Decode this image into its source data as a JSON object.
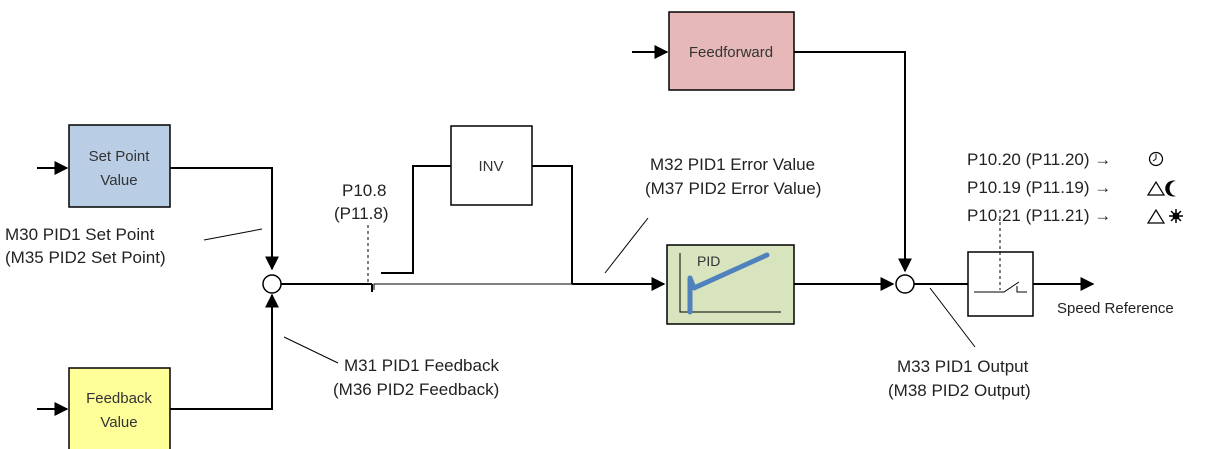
{
  "blocks": {
    "setpoint": {
      "line1": "Set Point",
      "line2": "Value",
      "fill": "#b9cde5"
    },
    "feedback": {
      "line1": "Feedback",
      "line2": "Value",
      "fill": "#ffff99"
    },
    "inv": {
      "label": "INV",
      "fill": "#ffffff"
    },
    "feedforward": {
      "label": "Feedforward",
      "fill": "#e6b9b8"
    },
    "pid": {
      "label": "PID",
      "fill": "#d7e4bd",
      "curve_color": "#4f81bd"
    }
  },
  "labels": {
    "setpoint_monitor": {
      "line1": "M30 PID1 Set Point",
      "line2": "(M35 PID2 Set Point)"
    },
    "feedback_monitor": {
      "line1": "M31 PID1 Feedback",
      "line2": "(M36 PID2 Feedback)"
    },
    "inv_param": {
      "line1": "P10.8",
      "line2": "(P11.8)"
    },
    "error_monitor": {
      "line1": "M32 PID1 Error Value",
      "line2": "(M37 PID2 Error Value)"
    },
    "output_monitor": {
      "line1": "M33 PID1 Output",
      "line2": "(M38 PID2 Output)"
    },
    "switch_params": [
      "P10.20 (P11.20) →",
      "P10.19 (P11.19) →",
      "P10.21 (P11.21) →"
    ],
    "speed_reference": "Speed Reference"
  },
  "icons": [
    "timer-icon",
    "triangle-moon-icon",
    "triangle-sun-icon"
  ]
}
